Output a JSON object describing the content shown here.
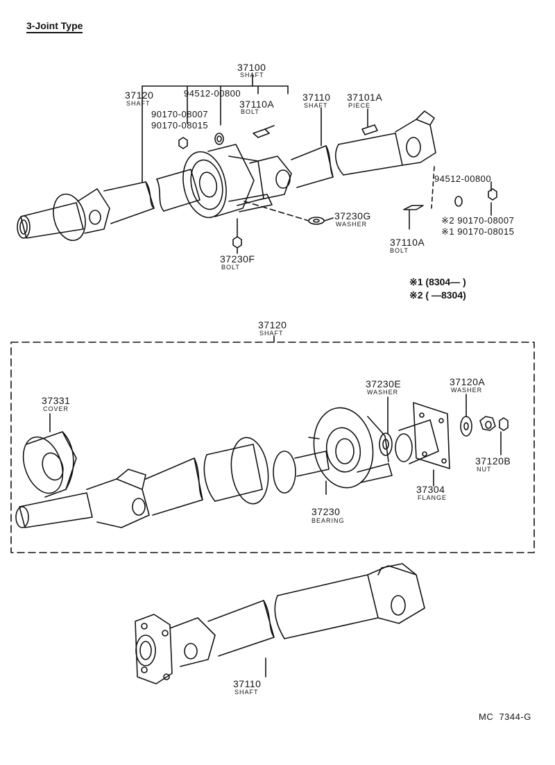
{
  "title": "3-Joint Type",
  "top_assembly": {
    "shaft_assy": {
      "number": "37100",
      "name": "SHAFT"
    },
    "rear_shaft": {
      "number": "37120",
      "name": "SHAFT"
    },
    "nut_part": "94512-00800",
    "washer_a": "90170-08007",
    "washer_b": "90170-08015",
    "bolt_center": {
      "number": "37110A",
      "name": "BOLT"
    },
    "front_shaft": {
      "number": "37110",
      "name": "SHAFT"
    },
    "piece": {
      "number": "37101A",
      "name": "PIECE"
    },
    "nut_part_right": "94512-00800",
    "washer_note2": "※2 90170-08007",
    "washer_note1": "※1 90170-08015",
    "washer_g": {
      "number": "37230G",
      "name": "WASHER"
    },
    "bolt_right": {
      "number": "37110A",
      "name": "BOLT"
    },
    "bolt_f": {
      "number": "37230F",
      "name": "BOLT"
    },
    "note1": "※1 (8304—      )",
    "note2": "※2 (      —8304)"
  },
  "middle_assembly": {
    "shaft": {
      "number": "37120",
      "name": "SHAFT"
    },
    "cover": {
      "number": "37331",
      "name": "COVER"
    },
    "washer_e": {
      "number": "37230E",
      "name": "WASHER"
    },
    "washer_120a": {
      "number": "37120A",
      "name": "WASHER"
    },
    "nut_120b": {
      "number": "37120B",
      "name": "NUT"
    },
    "flange": {
      "number": "37304",
      "name": "FLANGE"
    },
    "bearing": {
      "number": "37230",
      "name": "BEARING"
    }
  },
  "bottom_assembly": {
    "shaft": {
      "number": "37110",
      "name": "SHAFT"
    }
  },
  "figure_code": "MC  7344-G"
}
